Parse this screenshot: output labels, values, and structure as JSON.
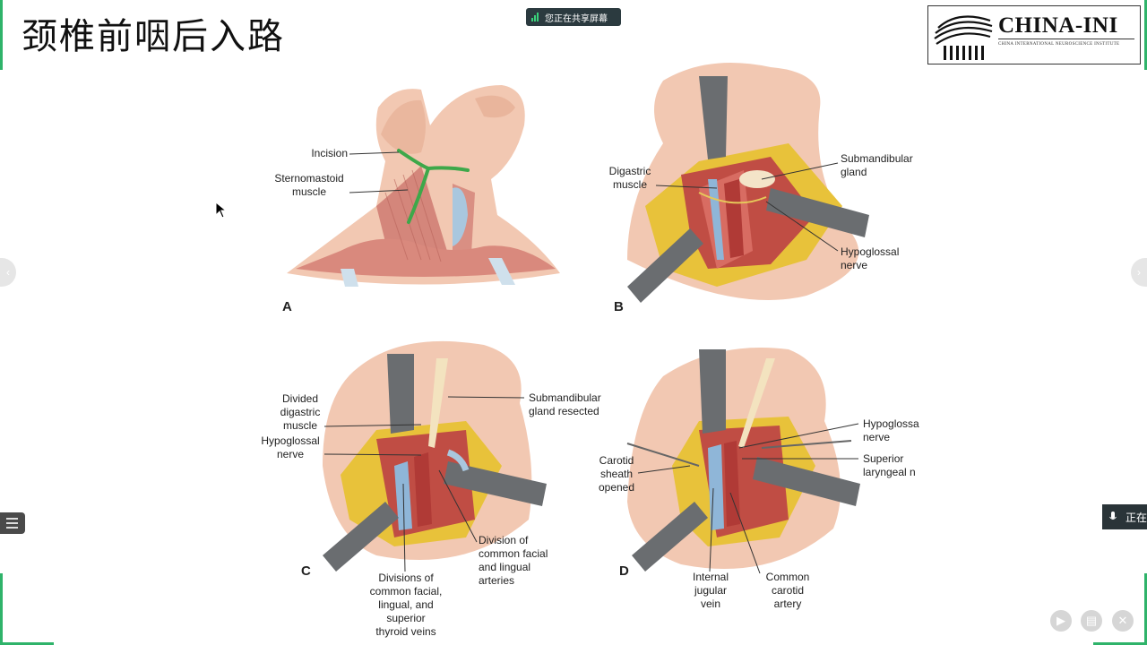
{
  "slide": {
    "title": "颈椎前咽后入路"
  },
  "share_status": {
    "text": "您正在共享屏幕"
  },
  "logo": {
    "name": "CHINA-INI",
    "subtitle": "CHINA INTERNATIONAL NEUROSCIENCE INSTITUTE"
  },
  "figure": {
    "panels": {
      "a": {
        "letter": "A",
        "labels": {
          "incision": "Incision",
          "sternomastoid": [
            "Sternomastoid",
            "muscle"
          ]
        }
      },
      "b": {
        "letter": "B",
        "labels": {
          "digastric": [
            "Digastric",
            "muscle"
          ],
          "submandibular": [
            "Submandibular",
            "gland"
          ],
          "hypoglossal": [
            "Hypoglossal",
            "nerve"
          ]
        }
      },
      "c": {
        "letter": "C",
        "labels": {
          "divided_digastric": [
            "Divided",
            "digastric",
            "muscle"
          ],
          "hypoglossal": [
            "Hypoglossal",
            "nerve"
          ],
          "submandibular_resected": [
            "Submandibular",
            "gland resected"
          ],
          "division_arteries": [
            "Division of",
            "common facial",
            "and lingual",
            "arteries"
          ],
          "divisions_veins": [
            "Divisions of",
            "common facial,",
            "lingual, and",
            "superior",
            "thyroid veins"
          ]
        }
      },
      "d": {
        "letter": "D",
        "labels": {
          "hypoglossal": [
            "Hypoglossa",
            "nerve"
          ],
          "superior_laryngeal": [
            "Superior",
            "laryngeal n"
          ],
          "carotid_sheath": [
            "Carotid",
            "sheath",
            "opened"
          ],
          "internal_jugular": [
            "Internal",
            "jugular",
            "vein"
          ],
          "common_carotid": [
            "Common",
            "carotid",
            "artery"
          ]
        }
      }
    }
  },
  "side_tab": {
    "text": "正在"
  },
  "colors": {
    "accent_green": "#2fb36a",
    "skin": "#f0c4ad",
    "muscle": "#c9564e",
    "fat": "#e8c23a",
    "vein": "#8fb6d8",
    "retractor": "#6a6d70"
  }
}
